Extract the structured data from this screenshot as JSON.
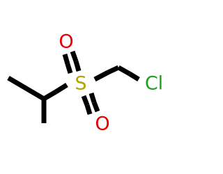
{
  "molecule": {
    "atoms": {
      "sulfur": {
        "label": "S",
        "color": "#b3a400"
      },
      "oxygen_top": {
        "label": "O",
        "color": "#e60000"
      },
      "oxygen_bottom": {
        "label": "O",
        "color": "#e60000"
      },
      "chlorine": {
        "label": "Cl",
        "color": "#1fa01f"
      }
    },
    "bond_colors": {
      "carbon": "#000000",
      "sulfur": "#b3a400",
      "oxygen": "#e60000",
      "chlorine": "#1fa01f"
    }
  }
}
